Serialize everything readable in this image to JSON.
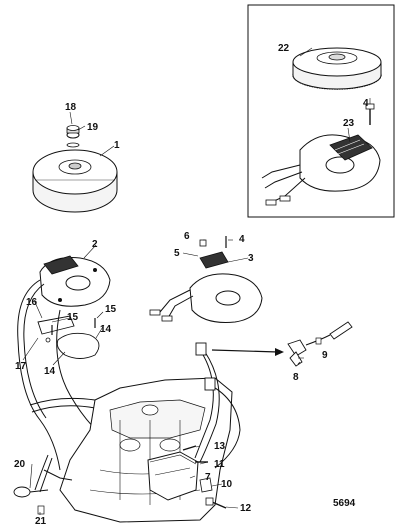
{
  "diagram": {
    "figure_number": "5694",
    "callouts": {
      "c1": "1",
      "c2": "2",
      "c3": "3",
      "c4a": "4",
      "c4b": "4",
      "c5": "5",
      "c6": "6",
      "c7": "7",
      "c8": "8",
      "c9": "9",
      "c10": "10",
      "c11": "11",
      "c12": "12",
      "c13": "13",
      "c14a": "14",
      "c14b": "14",
      "c15a": "15",
      "c15b": "15",
      "c16": "16",
      "c17": "17",
      "c18": "18",
      "c19": "19",
      "c20": "20",
      "c21": "21",
      "c22": "22",
      "c23": "23"
    }
  }
}
